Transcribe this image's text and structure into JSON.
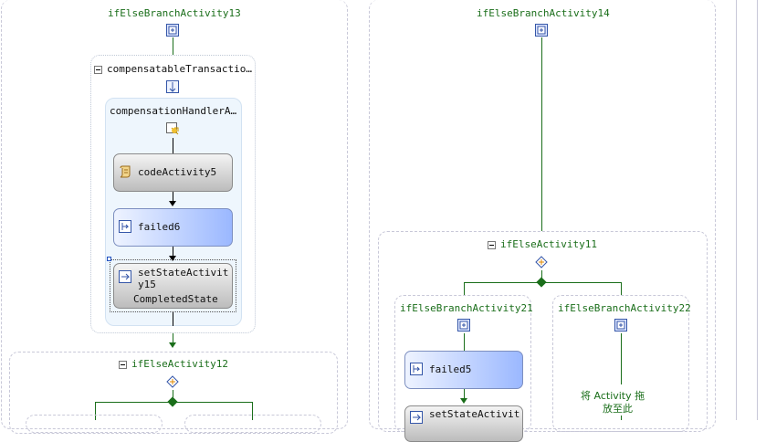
{
  "left_column": {
    "branch13_label": "ifElseBranchActivity13",
    "compensatable_label": "compensatableTransactio…",
    "handler_label": "compensationHandlerA…",
    "code_activity": "codeActivity5",
    "failed6": "failed6",
    "set_state_line1": "setStateActivit",
    "set_state_line2": "y15",
    "set_state_line3": "CompletedState",
    "ifelse12_label": "ifElseActivity12"
  },
  "right_column": {
    "branch14_label": "ifElseBranchActivity14",
    "ifelse11_label": "ifElseActivity11",
    "branch21_label": "ifElseBranchActivity21",
    "branch22_label": "ifElseBranchActivity22",
    "failed5": "failed5",
    "set_state_partial": "setStateActivit",
    "drop_hint_line1": "将 Activity 拖",
    "drop_hint_line2": "放至此"
  },
  "colors": {
    "connector": "#1a6e1a",
    "activity_blue": "#9bb8ff",
    "activity_gray": "#bcbcbc",
    "panel_border": "#c8c8d8"
  }
}
